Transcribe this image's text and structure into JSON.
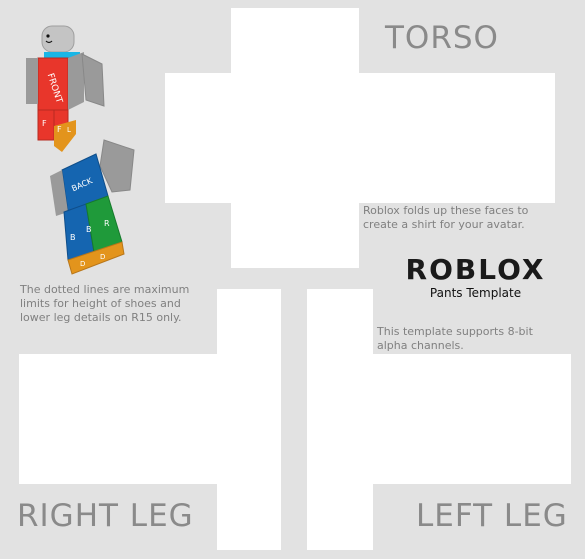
{
  "template": {
    "labels": {
      "torso": "TORSO",
      "right_leg": "RIGHT LEG",
      "left_leg": "LEFT LEG"
    },
    "notes": {
      "folds": "Roblox folds up these faces to create a shirt for your avatar.",
      "dotted_lines": "The dotted lines are maximum limits for height of shoes and lower leg details on R15 only.",
      "alpha": "This template supports 8-bit alpha channels."
    },
    "logo": {
      "wordmark": "ROBLOX",
      "subtitle": "Pants Template"
    },
    "avatar": {
      "front_label": "FRONT",
      "back_label": "BACK",
      "front_leg_letters": [
        "F",
        "F",
        "L"
      ],
      "back_leg_letters": [
        "B",
        "B",
        "R"
      ],
      "shoe_letters": [
        "D",
        "D"
      ]
    },
    "colors": {
      "background": "#e2e2e2",
      "face": "#ffffff",
      "label_gray": "#8a8a8a",
      "torso_red": "#e8362b",
      "arm_gray": "#9a9a9a",
      "head_gray": "#c4c4c4",
      "leg_blue": "#1565b0",
      "leg_green": "#1f9a3a",
      "shoe_orange": "#e3941c",
      "neck_cyan": "#19b6e6"
    }
  }
}
